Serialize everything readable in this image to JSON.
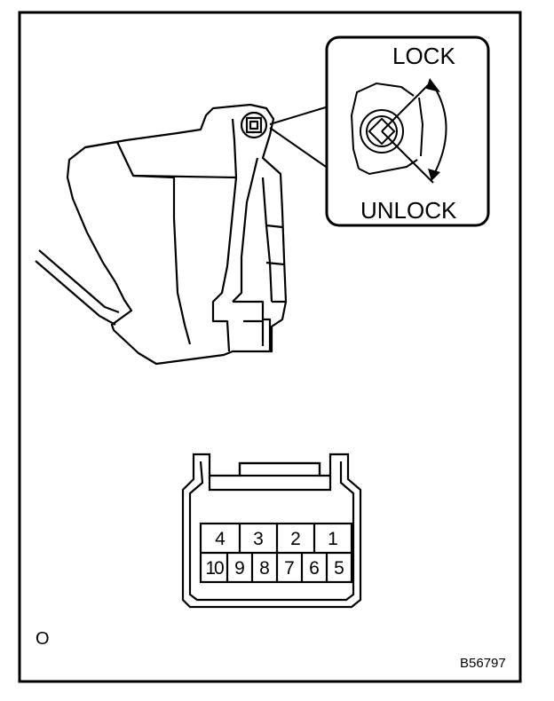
{
  "inset": {
    "lock_label": "LOCK",
    "unlock_label": "UNLOCK"
  },
  "connector": {
    "top_row": [
      "4",
      "3",
      "2",
      "1"
    ],
    "bottom_row": [
      "10",
      "9",
      "8",
      "7",
      "6",
      "5"
    ]
  },
  "footer": {
    "side_label": "O",
    "figure_code": "B56797"
  },
  "colors": {
    "line": "#000000",
    "background": "#ffffff"
  }
}
